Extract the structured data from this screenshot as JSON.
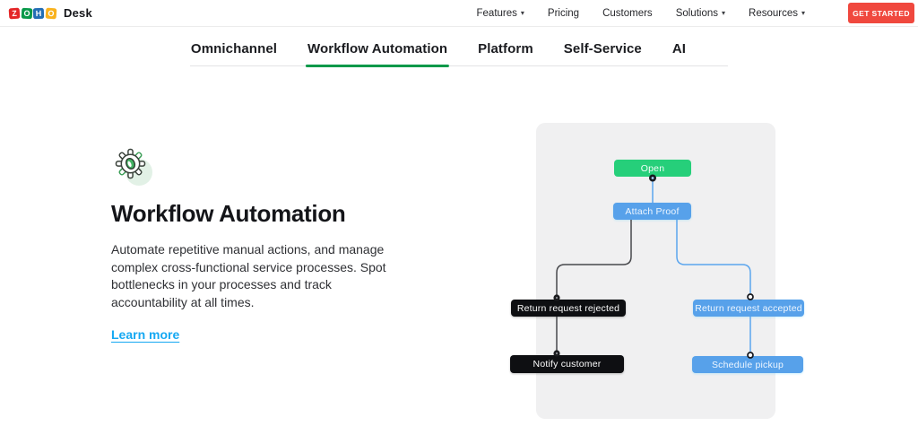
{
  "header": {
    "logo": {
      "tiles": [
        {
          "letter": "Z",
          "color": "#e42527"
        },
        {
          "letter": "O",
          "color": "#089949"
        },
        {
          "letter": "H",
          "color": "#226db4"
        },
        {
          "letter": "O",
          "color": "#f9b21d"
        }
      ],
      "product": "Desk"
    },
    "caret": "▾",
    "nav": [
      {
        "label": "Features",
        "has_dropdown": true
      },
      {
        "label": "Pricing",
        "has_dropdown": false
      },
      {
        "label": "Customers",
        "has_dropdown": false
      },
      {
        "label": "Solutions",
        "has_dropdown": true
      },
      {
        "label": "Resources",
        "has_dropdown": true
      }
    ],
    "cta": {
      "label": "GET STARTED",
      "color": "#f0483e"
    }
  },
  "tabs": [
    {
      "label": "Omnichannel",
      "active": false
    },
    {
      "label": "Workflow Automation",
      "active": true
    },
    {
      "label": "Platform",
      "active": false
    },
    {
      "label": "Self-Service",
      "active": false
    },
    {
      "label": "AI",
      "active": false
    }
  ],
  "tabs_accent_color": "#089949",
  "feature": {
    "icon": "gear-icon",
    "title": "Workflow Automation",
    "description": "Automate repetitive manual actions, and manage complex cross-functional service processes. Spot bottlenecks in your processes and track accountability at all times.",
    "link": "Learn more",
    "link_color": "#15a8f2"
  },
  "diagram": {
    "panel_color": "#f0f0f1",
    "nodes": {
      "open": {
        "label": "Open",
        "color": "#26cf7a"
      },
      "attach_proof": {
        "label": "Attach Proof",
        "color": "#57a1ea"
      },
      "rejected": {
        "label": "Return request rejected",
        "color": "#0e0f12"
      },
      "accepted": {
        "label": "Return request accepted",
        "color": "#57a1ea"
      },
      "notify": {
        "label": "Notify customer",
        "color": "#0e0f12"
      },
      "schedule": {
        "label": "Schedule pickup",
        "color": "#57a1ea"
      }
    }
  }
}
